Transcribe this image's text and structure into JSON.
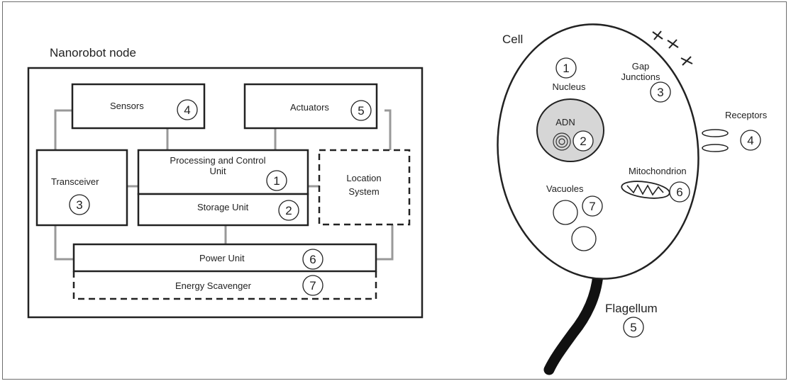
{
  "node": {
    "title": "Nanorobot node",
    "sensors": {
      "label": "Sensors",
      "num": "4"
    },
    "actuators": {
      "label": "Actuators",
      "num": "5"
    },
    "processing": {
      "line1": "Processing and Control",
      "line2": "Unit",
      "num": "1"
    },
    "storage": {
      "label": "Storage Unit",
      "num": "2"
    },
    "location": {
      "line1": "Location",
      "line2": "System"
    },
    "transceiver": {
      "label": "Transceiver",
      "num": "3"
    },
    "power": {
      "label": "Power Unit",
      "num": "6"
    },
    "energy": {
      "label": "Energy Scavenger",
      "num": "7"
    }
  },
  "cell": {
    "title": "Cell",
    "nucleus": {
      "label": "Nucleus",
      "num": "1"
    },
    "adn": {
      "label": "ADN",
      "num": "2"
    },
    "gap": {
      "line1": "Gap",
      "line2": "Junctions",
      "num": "3"
    },
    "receptors": {
      "label": "Receptors",
      "num": "4"
    },
    "mitochondrion": {
      "label": "Mitochondrion",
      "num": "6"
    },
    "vacuoles": {
      "label": "Vacuoles",
      "num": "7"
    },
    "flagellum": {
      "label": "Flagellum",
      "num": "5"
    }
  }
}
